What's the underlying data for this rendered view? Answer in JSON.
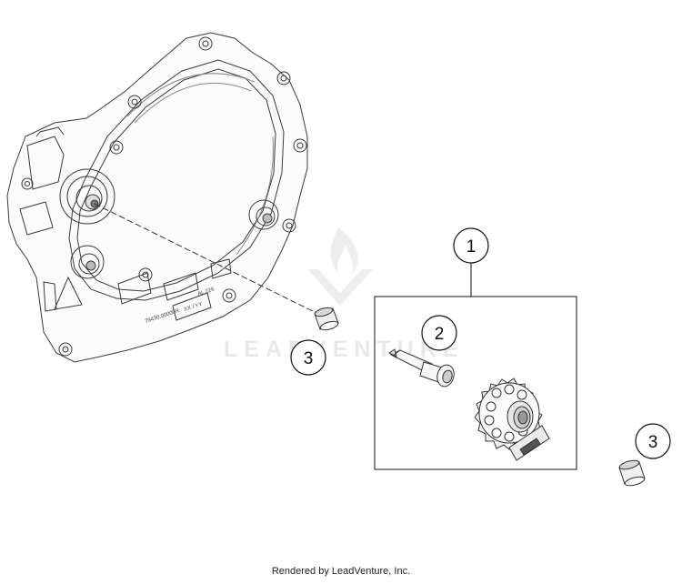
{
  "diagram": {
    "callouts": [
      {
        "id": "1",
        "label": "1"
      },
      {
        "id": "2",
        "label": "2"
      },
      {
        "id": "3a",
        "label": "3"
      },
      {
        "id": "3b",
        "label": "3"
      }
    ],
    "casting_marks": {
      "alloy": "AL 226",
      "part_number": "79430.00000R",
      "date_code": "XX / YY"
    },
    "watermark": "LEADVENTURE",
    "credit": "Rendered by LeadVenture, Inc."
  }
}
